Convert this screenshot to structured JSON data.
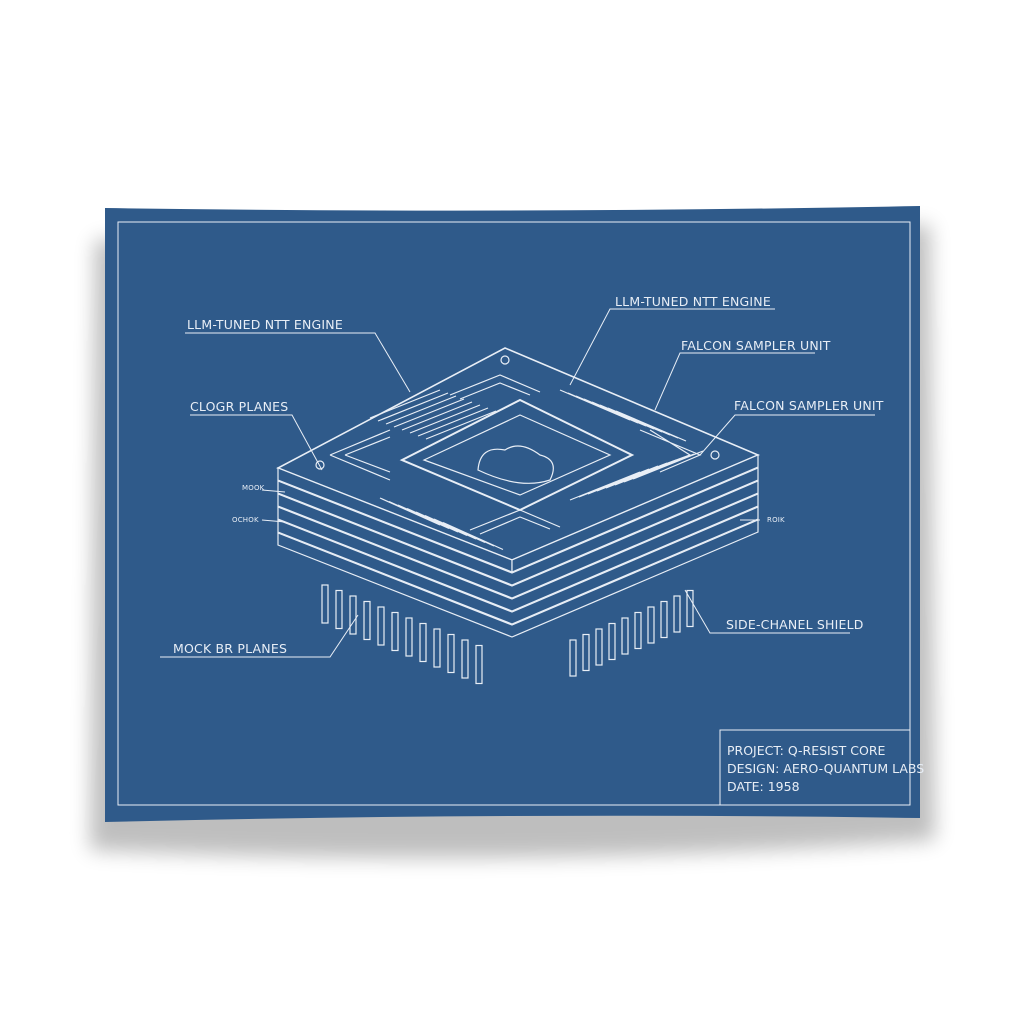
{
  "colors": {
    "paper": "#2f5a8a",
    "ink": "#e8eef6",
    "background": "#ffffff"
  },
  "labels": {
    "ntt_engine_left": "LLM-TUNED NTT ENGINE",
    "ntt_engine_right": "LLM-TUNED NTT ENGINE",
    "clogr_planes": "CLOGR PLANES",
    "falcon_sampler_upper": "FALCON SAMPLER UNIT",
    "falcon_sampler_lower": "FALCON SAMPLER UNIT",
    "mook": "MOOK",
    "ochok": "OCHOK",
    "roik": "ROIK",
    "mock_br_planes": "MOCK BR PLANES",
    "side_channel_shield": "SIDE-CHANEL SHIELD"
  },
  "title_block": {
    "project": "PROJECT: Q-RESIST CORE",
    "design": "DESIGN: AERO-QUANTUM LABS",
    "date": "DATE: 1958"
  }
}
